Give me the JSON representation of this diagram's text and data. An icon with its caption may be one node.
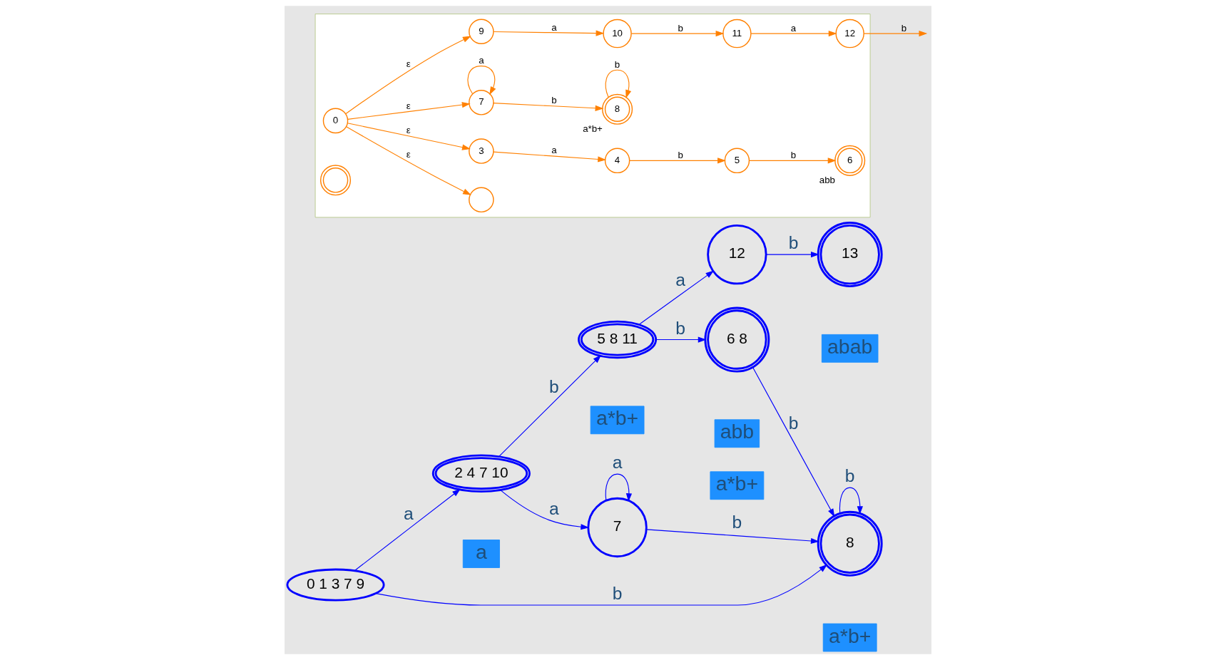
{
  "diagram": {
    "nodes": [
      {
        "text": [
          "0 1 3 7 9"
        ]
      },
      {
        "text": [
          "2 4 7 10"
        ],
        "beside": [
          "a"
        ]
      },
      {
        "text": [
          "7"
        ]
      },
      {
        "text": [
          "8"
        ],
        "beside": [
          "a*b+"
        ]
      },
      {
        "text": [
          "6 8"
        ],
        "beside": [
          "abb",
          "a*b+"
        ]
      },
      {
        "text": [
          "5 8 11"
        ],
        "beside": [
          "a*b+"
        ]
      },
      {
        "text": [
          "12"
        ]
      },
      {
        "text": [
          "13"
        ],
        "beside": [
          "abab"
        ]
      },
      {
        "text": [],
        "shape": "box"
      },
      {
        "text": [
          "0"
        ],
        "in": 8
      },
      {
        "text": [],
        "shape": "circle",
        "in": 8
      },
      {
        "text": [],
        "shape": "circle",
        "in": 8
      },
      {
        "text": [
          "3"
        ],
        "in": 8
      },
      {
        "text": [
          "4"
        ],
        "in": 8
      },
      {
        "text": [
          "5"
        ],
        "in": 8
      },
      {
        "text": [
          "6"
        ],
        "in": 8,
        "beside": [
          "abb"
        ]
      },
      {
        "text": [
          "7"
        ],
        "in": 8
      },
      {
        "text": [
          "8"
        ],
        "in": 8,
        "beside": [
          "a*b+"
        ]
      },
      {
        "text": [
          "9"
        ],
        "in": 8
      },
      {
        "text": [
          "10"
        ],
        "in": 8
      },
      {
        "text": [
          "11"
        ],
        "in": 8
      },
      {
        "text": [
          "12"
        ],
        "in": 8
      }
    ],
    "edges": [
      {
        "from": 0,
        "to": 3,
        "arrow": "to",
        "label": "b",
        "color": "#0000ff"
      },
      {
        "from": 0,
        "to": 1,
        "arrow": "to",
        "label": "a",
        "color": "#0000ff"
      },
      {
        "from": 1,
        "to": 2,
        "arrow": "to",
        "label": "a",
        "color": "#0000ff"
      },
      {
        "from": 2,
        "to": 2,
        "arrow": "to",
        "label": "a",
        "color": "#0000ff"
      },
      {
        "from": 2,
        "to": 3,
        "arrow": "to",
        "label": "b",
        "color": "#0000ff"
      },
      {
        "from": 3,
        "to": 3,
        "arrow": "to",
        "label": "b",
        "color": "#0000ff"
      },
      {
        "from": 4,
        "to": 3,
        "arrow": "to",
        "label": "b",
        "color": "#0000ff"
      },
      {
        "from": 1,
        "to": 5,
        "arrow": "to",
        "label": "b",
        "color": "#0000ff"
      },
      {
        "from": 5,
        "to": 4,
        "arrow": "to",
        "label": "b",
        "color": "#0000ff"
      },
      {
        "from": 5,
        "to": 6,
        "arrow": "to",
        "label": "a",
        "color": "#0000ff"
      },
      {
        "from": 6,
        "to": 7,
        "arrow": "to",
        "label": "b",
        "color": "#0000ff"
      },
      {
        "from": 9,
        "to": 10,
        "arrow": "to",
        "label": "ε"
      },
      {
        "from": 9,
        "to": 12,
        "arrow": "to",
        "label": "ε"
      },
      {
        "from": 9,
        "to": 16,
        "arrow": "to",
        "label": "ε"
      },
      {
        "from": 9,
        "to": 18,
        "arrow": "to",
        "label": "ε"
      },
      {
        "from": 12,
        "to": 13,
        "arrow": "to",
        "label": "a"
      },
      {
        "from": 13,
        "to": 14,
        "arrow": "to",
        "label": "b"
      },
      {
        "from": 14,
        "to": 15,
        "arrow": "to",
        "label": "b"
      },
      {
        "from": 16,
        "to": 16,
        "arrow": "to",
        "label": "a"
      },
      {
        "from": 16,
        "to": 17,
        "arrow": "to",
        "label": "b"
      },
      {
        "from": 17,
        "to": 17,
        "arrow": "to",
        "label": "b"
      },
      {
        "from": 18,
        "to": 19,
        "arrow": "to",
        "label": "a"
      },
      {
        "from": 19,
        "to": 20,
        "arrow": "to",
        "label": "b"
      },
      {
        "from": 20,
        "to": 21,
        "arrow": "to",
        "label": "a"
      },
      {
        "from": 21,
        "to": null,
        "arrow": "to",
        "label": "b"
      }
    ]
  }
}
